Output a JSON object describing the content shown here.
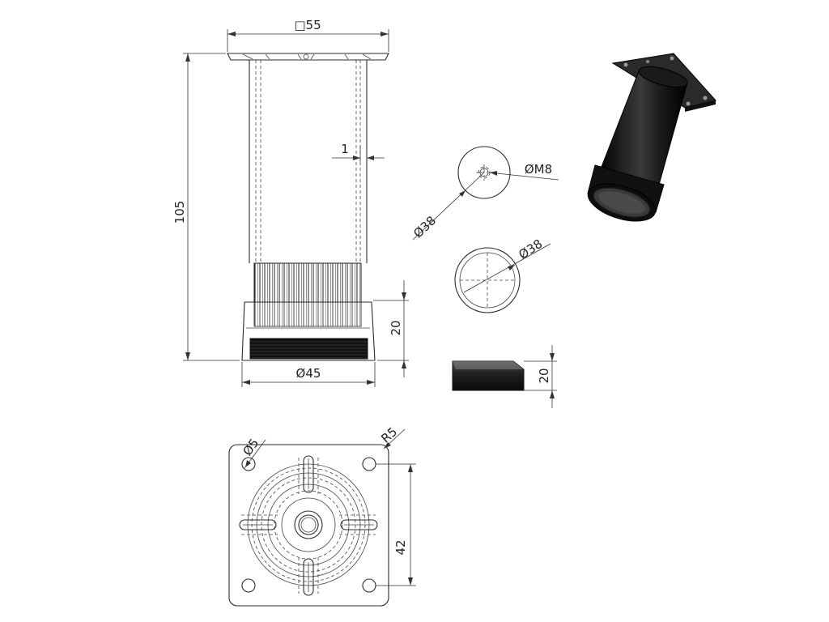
{
  "colors": {
    "line": "#2b2b2b",
    "shade": "#1a1a1a",
    "background": "#ffffff"
  },
  "dimensions": {
    "top_width": "□55",
    "height_total": "105",
    "wall": "1",
    "foot_height_front": "20",
    "foot_diameter": "Ø45",
    "top_view_diameter": "Ø38",
    "thread": "ØM8",
    "cap_diameter": "Ø38",
    "cap_height": "20",
    "hole_diameter": "Ø5",
    "corner_radius": "R5",
    "hole_spacing": "42"
  },
  "views": [
    "front-view",
    "top-view",
    "cap-top-view",
    "cap-side-view",
    "mounting-plate-view",
    "isometric-view"
  ]
}
